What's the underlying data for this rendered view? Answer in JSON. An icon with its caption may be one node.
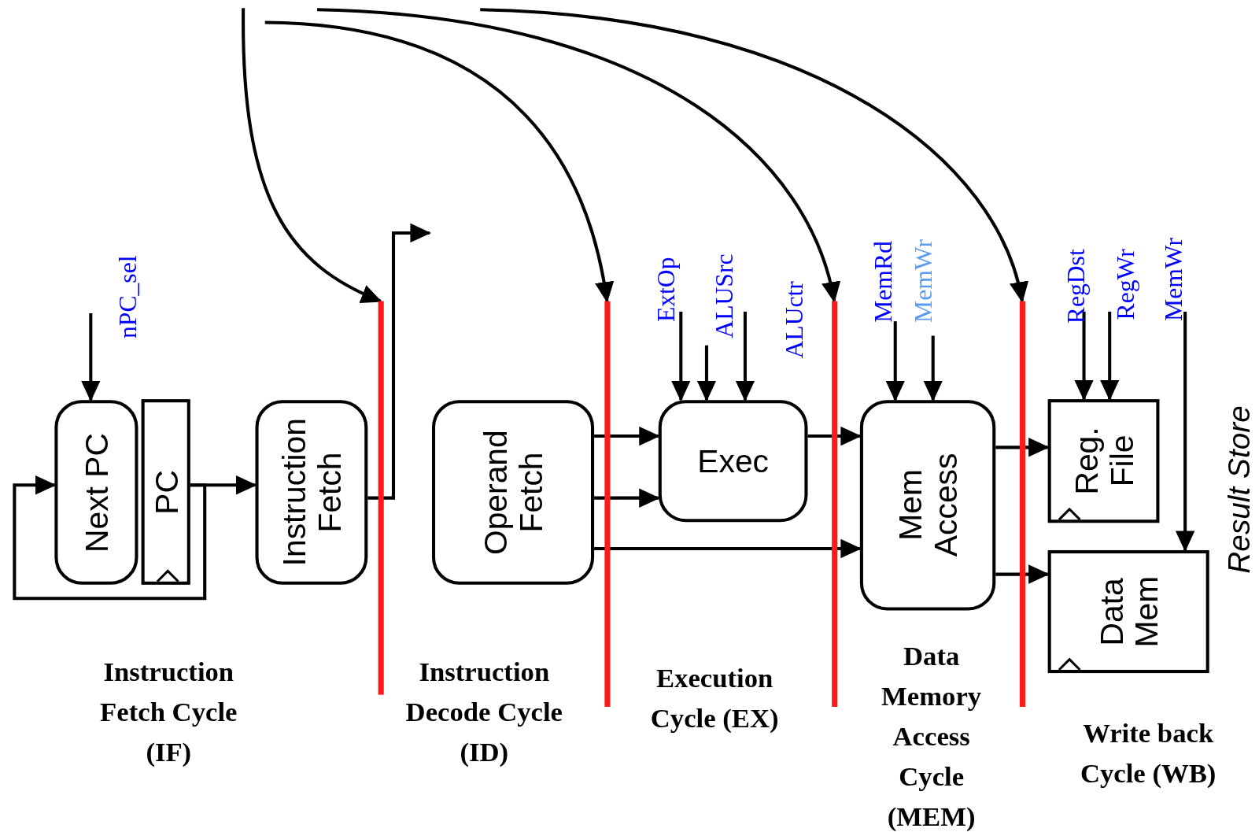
{
  "diagram": {
    "nodes": [
      {
        "text": [
          "Next PC"
        ]
      },
      {
        "text": [
          "PC"
        ]
      },
      {
        "text": [
          "Instruction Fetch"
        ]
      },
      {
        "text": [
          "Operand Fetch"
        ]
      },
      {
        "text": [
          "Exec"
        ]
      },
      {
        "text": [
          "Mem Access"
        ]
      },
      {
        "text": [
          "Reg. File"
        ]
      },
      {
        "text": [
          "Data Mem"
        ]
      },
      {
        "text": [],
        "shape": "bar"
      },
      {
        "text": [],
        "shape": "bar"
      },
      {
        "text": [],
        "shape": "bar"
      },
      {
        "text": [],
        "shape": "bar"
      }
    ],
    "edges": [
      {
        "from": null,
        "to": 0,
        "arrow": "to",
        "label": "nPC_sel"
      },
      {
        "from": 1,
        "to": 0,
        "arrow": "to"
      },
      {
        "from": 1,
        "to": 2,
        "arrow": "to"
      },
      {
        "from": 2,
        "to": null,
        "arrow": "to"
      },
      {
        "from": null,
        "to": 8,
        "arrow": "to"
      },
      {
        "from": null,
        "to": 9,
        "arrow": "to"
      },
      {
        "from": null,
        "to": 10,
        "arrow": "to"
      },
      {
        "from": null,
        "to": 11,
        "arrow": "to"
      },
      {
        "from": 3,
        "to": 4,
        "arrow": "to"
      },
      {
        "from": 3,
        "to": 4,
        "arrow": "to"
      },
      {
        "from": 3,
        "to": 5,
        "arrow": "to"
      },
      {
        "from": null,
        "to": 4,
        "arrow": "to",
        "label": "ExtOp"
      },
      {
        "from": null,
        "to": 4,
        "arrow": "to",
        "label": "ALUSrc"
      },
      {
        "from": null,
        "to": 4,
        "arrow": "to",
        "label": "ALUctr"
      },
      {
        "from": 4,
        "to": 5,
        "arrow": "to"
      },
      {
        "from": null,
        "to": 5,
        "arrow": "to",
        "label": "MemRd"
      },
      {
        "from": null,
        "to": 5,
        "arrow": "to",
        "label": "MemWr"
      },
      {
        "from": 5,
        "to": 6,
        "arrow": "to"
      },
      {
        "from": 5,
        "to": 7,
        "arrow": "to"
      },
      {
        "from": null,
        "to": 6,
        "arrow": "to",
        "label": "RegDst"
      },
      {
        "from": null,
        "to": 6,
        "arrow": "to",
        "label": "RegWr"
      },
      {
        "from": null,
        "to": 7,
        "arrow": "to",
        "label": "MemWr"
      }
    ],
    "labels": [
      "Instruction Fetch Cycle (IF)",
      "Instruction Decode Cycle (ID)",
      "Execution Cycle (EX)",
      "Data Memory Access Cycle (MEM)",
      "Write back Cycle (WB)",
      "Result Store"
    ]
  }
}
